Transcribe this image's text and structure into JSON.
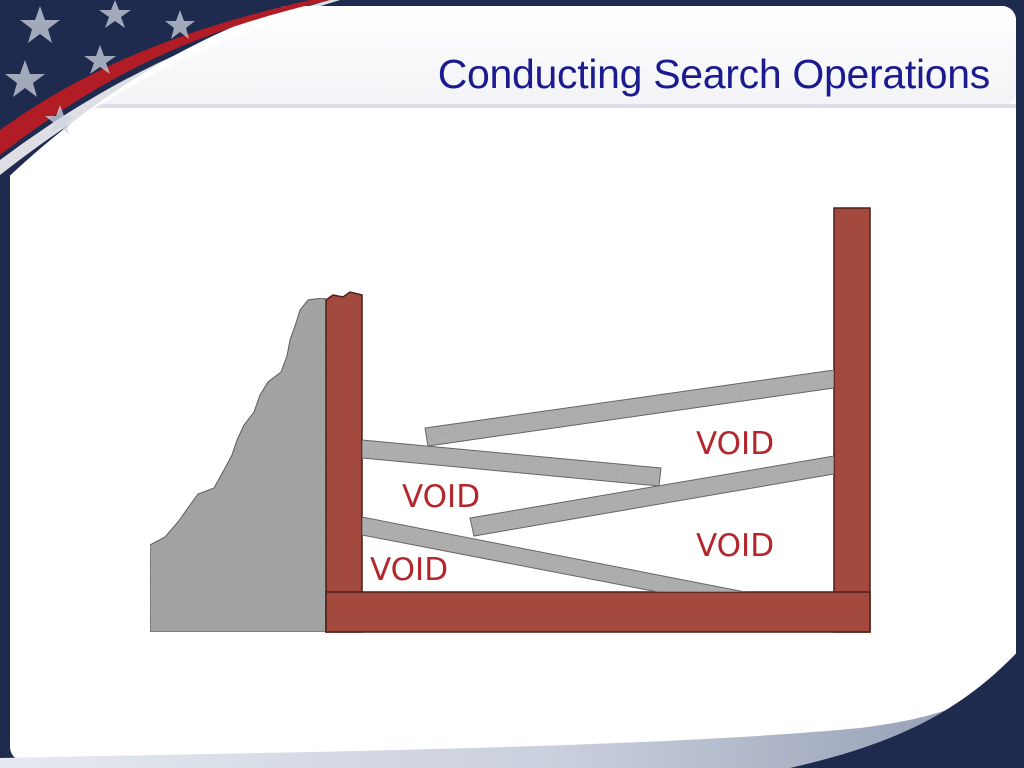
{
  "slide": {
    "title": "Conducting Search Operations"
  },
  "diagram": {
    "void_labels": [
      "VOID",
      "VOID",
      "VOID",
      "VOID"
    ]
  },
  "colors": {
    "title": "#1b1b8f",
    "void_text": "#b3262b",
    "brick": "#a4493d",
    "rubble": "#a9a9a9",
    "beam": "#b4b4b4",
    "flag_navy": "#1e2b4f",
    "flag_red": "#b21c24"
  },
  "icons": {
    "flag_corner": "flag-stars-stripes-icon"
  }
}
